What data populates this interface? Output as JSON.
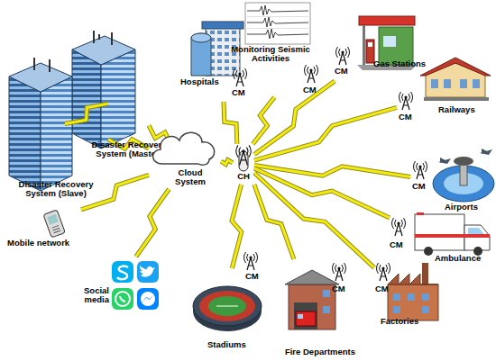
{
  "diagram": {
    "nodes": [
      {
        "text": [
          "Disaster Recovery System (Master)"
        ]
      },
      {
        "text": [
          "Disaster Recovery System (Slave)"
        ]
      },
      {
        "text": [
          "Hospitals",
          "CM"
        ]
      },
      {
        "text": [
          "Monitoring Seismic Activities",
          "CM"
        ]
      },
      {
        "text": [
          "Gas Stations",
          "CM"
        ]
      },
      {
        "text": [
          "Railways",
          "CM"
        ]
      },
      {
        "text": [
          "Cloud System"
        ]
      },
      {
        "text": [
          "CH"
        ]
      },
      {
        "text": [
          "Airports",
          "CM"
        ]
      },
      {
        "text": [
          "Mobile network"
        ]
      },
      {
        "text": [
          "Ambulance",
          "CM"
        ]
      },
      {
        "text": [
          "Social media"
        ]
      },
      {
        "text": [
          "Factories",
          "CM"
        ]
      },
      {
        "text": [
          "Stadiums",
          "CM"
        ]
      },
      {
        "text": [
          "Fire Departments",
          "CM"
        ]
      }
    ],
    "edges": [
      {
        "from": 0,
        "to": 1,
        "arrow": "none"
      },
      {
        "from": 0,
        "to": 6,
        "arrow": "none"
      },
      {
        "from": 1,
        "to": 6,
        "arrow": "none"
      },
      {
        "from": 6,
        "to": 9,
        "arrow": "none"
      },
      {
        "from": 6,
        "to": 11,
        "arrow": "none"
      },
      {
        "from": 6,
        "to": 7,
        "arrow": "none"
      },
      {
        "from": 7,
        "to": 2,
        "arrow": "none"
      },
      {
        "from": 7,
        "to": 3,
        "arrow": "none"
      },
      {
        "from": 7,
        "to": 4,
        "arrow": "none"
      },
      {
        "from": 7,
        "to": 5,
        "arrow": "none"
      },
      {
        "from": 7,
        "to": 8,
        "arrow": "none"
      },
      {
        "from": 7,
        "to": 10,
        "arrow": "none"
      },
      {
        "from": 7,
        "to": 12,
        "arrow": "none"
      },
      {
        "from": 7,
        "to": 14,
        "arrow": "none"
      },
      {
        "from": 7,
        "to": 13,
        "arrow": "none"
      }
    ]
  }
}
